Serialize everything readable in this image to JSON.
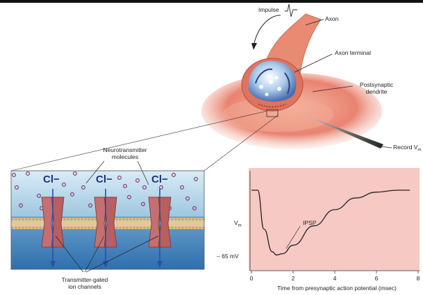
{
  "labels": {
    "impulse": "Impulse",
    "axon": "Axon",
    "axon_terminal": "Axon terminal",
    "postsynaptic_line1": "Postsynaptic",
    "postsynaptic_line2": "dendrite",
    "record": "Record V",
    "record_sub": "m",
    "neurotransmitter_line1": "Neurotransmitter",
    "neurotransmitter_line2": "molecules",
    "gated_line1": "Transmitter-gated",
    "gated_line2": "ion channels",
    "ion": "Cl−"
  },
  "chart_data": {
    "type": "line",
    "xlabel": "Time from presynaptic action potential (msec)",
    "ylabel": "Vm",
    "y_tick_labels": [
      "V",
      "m",
      "– 65 mV"
    ],
    "xlim": [
      0,
      8
    ],
    "x_ticks": [
      0,
      2,
      4,
      6,
      8
    ],
    "annotation": "IPSP",
    "series": [
      {
        "x": [
          0,
          0.3,
          0.6,
          1.0,
          1.2,
          1.5,
          2.0,
          3.0,
          4.0,
          5.0,
          6.0,
          7.0,
          7.6
        ],
        "y": [
          0.0,
          0.0,
          -0.6,
          -0.95,
          -1.0,
          -0.98,
          -0.85,
          -0.55,
          -0.3,
          -0.12,
          -0.03,
          0.0,
          0.0
        ]
      }
    ],
    "ylim": [
      -1.2,
      0.3
    ]
  },
  "colors": {
    "plot_bg": "#f7c9c4",
    "curve": "#222222",
    "arrow": "#2b4fa8",
    "channel": "#c07070",
    "membrane_top": "#b9d7ea",
    "ion_text": "#1f2f7a"
  }
}
